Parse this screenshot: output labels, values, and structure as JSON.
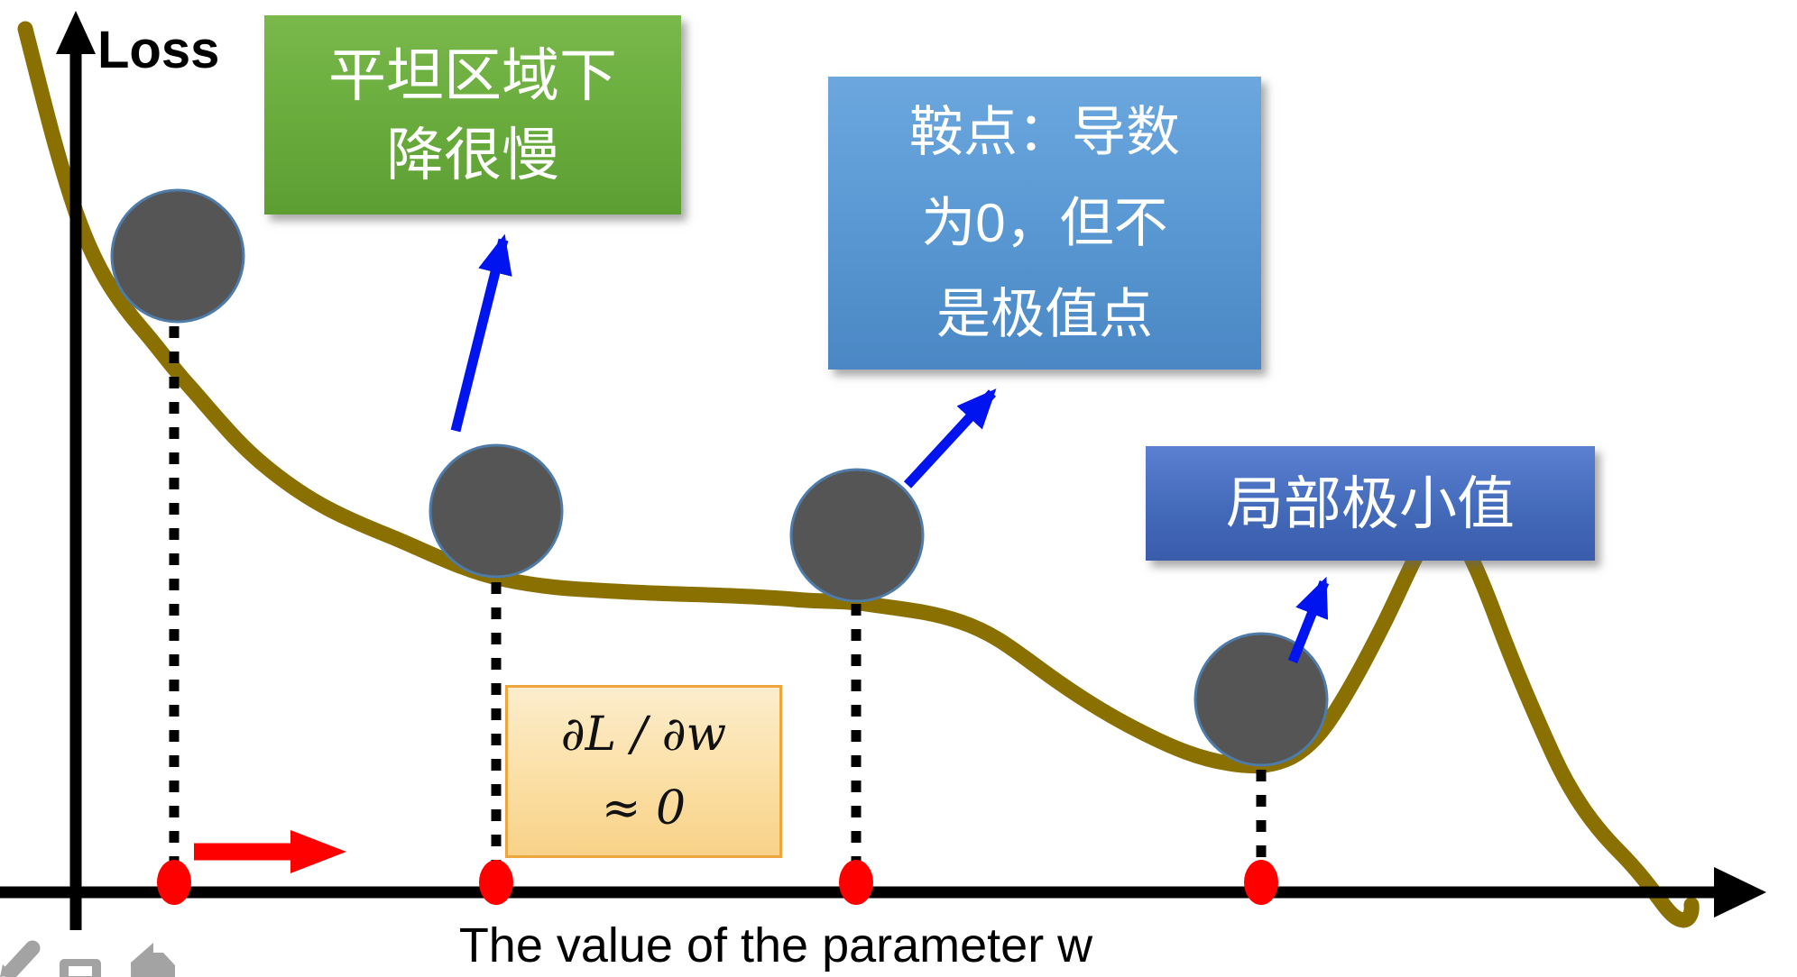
{
  "axes": {
    "y_label": "Loss",
    "x_label": "The value of the parameter w"
  },
  "callouts": {
    "flat_region": {
      "lines": [
        "平坦区域下",
        "降很慢"
      ]
    },
    "saddle_point": {
      "lines": [
        "鞍点：导数",
        "为0，但不",
        "是极值点"
      ]
    },
    "local_minimum": {
      "lines": [
        "局部极小值"
      ]
    },
    "derivative_note": {
      "lines": [
        "∂L / ∂w",
        "≈ 0"
      ]
    }
  },
  "colors": {
    "curve": "#8a7000",
    "ball_fill": "#555555",
    "ball_stroke": "#4e7ba8",
    "flat_region_bg": "#68ab3c",
    "saddle_bg": "#5b9ad5",
    "local_min_bg": "#4268b8",
    "derivative_bg": "#fbdfa4",
    "derivative_border": "#eda63e",
    "marker_red": "#fe0000",
    "arrow_blue": "#0014f0",
    "axis_black": "#000000",
    "footer_icon_gray": "#a3a3a3"
  },
  "footer_icons": [
    "pencil-icon",
    "card-icon",
    "share-icon"
  ]
}
